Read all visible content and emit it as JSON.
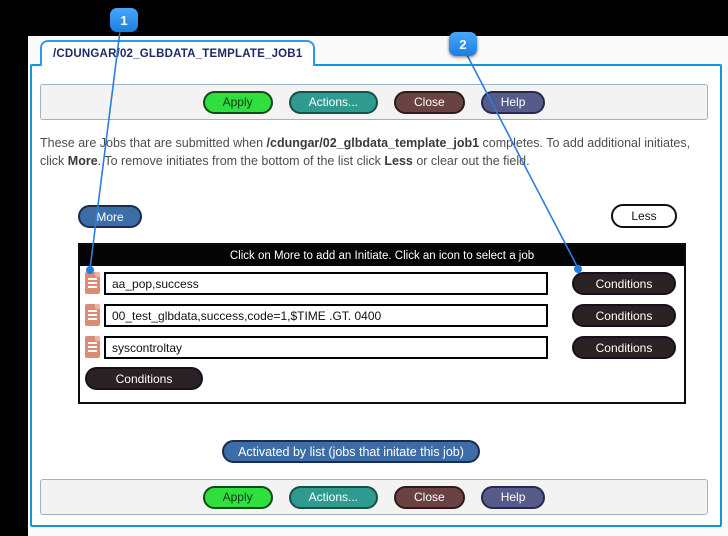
{
  "window": {
    "tab_title": "/CDUNGAR/02_GLBDATA_TEMPLATE_JOB1"
  },
  "callouts": [
    {
      "label": "1"
    },
    {
      "label": "2"
    }
  ],
  "toolbar": {
    "apply_label": "Apply",
    "actions_label": "Actions...",
    "close_label": "Close",
    "help_label": "Help"
  },
  "description": {
    "part1": "These are Jobs that are submitted when ",
    "job_name": "/cdungar/02_glbdata_template_job1",
    "part2": " completes. To add additional initiates, click ",
    "more_bold": "More",
    "part3": ". To remove initiates from the bottom of the list click ",
    "less_bold": "Less",
    "part4": " or clear out the field."
  },
  "controls": {
    "more_label": "More",
    "less_label": "Less"
  },
  "initiates": {
    "header": "Click on More to add an Initiate. Click an icon to select a job",
    "conditions_label": "Conditions",
    "rows": [
      {
        "value": "aa_pop,success"
      },
      {
        "value": "00_test_glbdata,success,code=1,$TIME .GT. 0400"
      },
      {
        "value": "syscontroltay"
      }
    ]
  },
  "activated": {
    "label": "Activated by list (jobs that initate this job)"
  },
  "colors": {
    "panel_border": "#1496d8",
    "tab_border": "#2b9bf0",
    "apply_green": "#2fdf3e",
    "actions_teal": "#2f9a90",
    "close_maroon": "#6b4242",
    "help_slate": "#575b8a",
    "blue_button": "#3c6da6",
    "dark_pill": "#2a2225",
    "icon_salmon": "#dd8b74",
    "callout_blue": "#1f7fe0"
  }
}
